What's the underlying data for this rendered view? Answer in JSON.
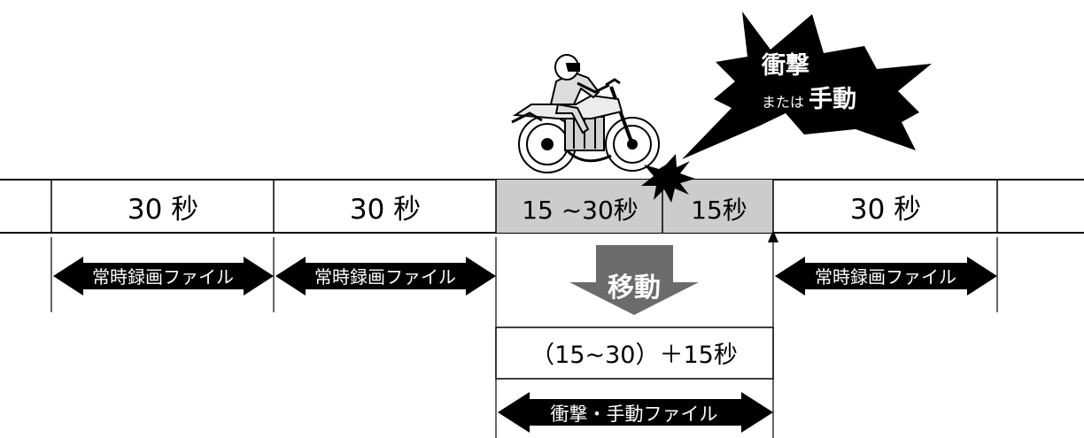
{
  "burst": {
    "line1": "衝撃",
    "line2_small": "または",
    "line2_large": "手動"
  },
  "timeline": {
    "segment1": "30 秒",
    "segment2": "30 秒",
    "segment3": "15 ~30秒",
    "segment4": "15秒",
    "segment5": "30 秒"
  },
  "arrows": {
    "file1": "常時録画ファイル",
    "file2": "常時録画ファイル",
    "file3": "常時録画ファイル",
    "move": "移動",
    "event_file": "衝撃・手動ファイル"
  },
  "result": {
    "formula": "（15~30）＋15秒"
  },
  "colors": {
    "black": "#000000",
    "gray_fill": "#cccccc",
    "dark_gray": "#6b6b6b",
    "white": "#ffffff"
  }
}
